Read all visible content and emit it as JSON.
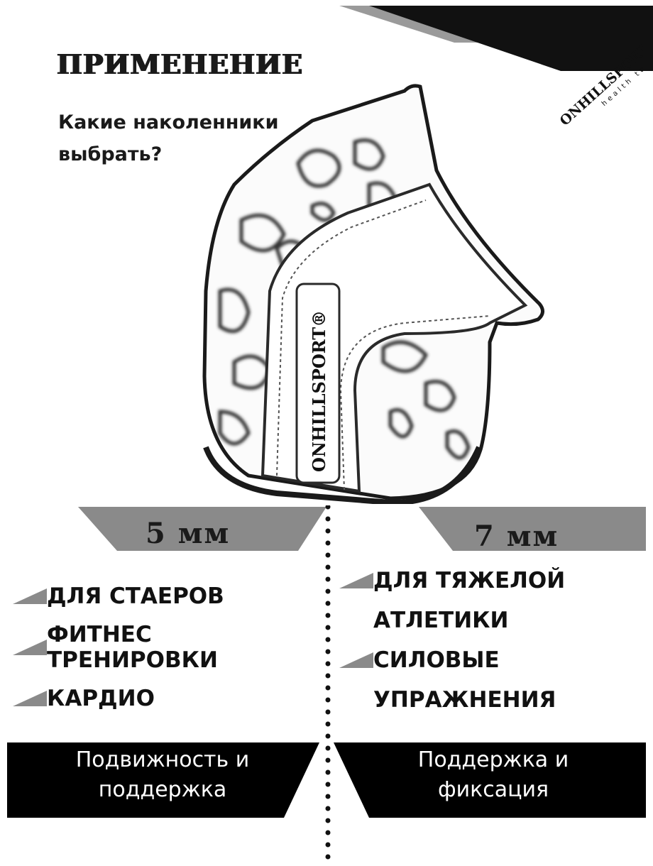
{
  "header": {
    "title": "ПРИМЕНЕНИЕ",
    "subtitle_line1": "Какие наколенники",
    "subtitle_line2": "выбрать?"
  },
  "brand": {
    "name": "ONHILLSPORT®",
    "tagline": "health tech"
  },
  "product": {
    "logo_text": "ONHILLSPORT®"
  },
  "left_column": {
    "thickness": "5 мм",
    "items": [
      "ДЛЯ СТАЕРОВ",
      "ФИТНЕС ТРЕНИРОВКИ",
      "КАРДИО"
    ],
    "footer_line1": "Подвижность и",
    "footer_line2": "поддержка"
  },
  "right_column": {
    "thickness": "7 мм",
    "items": [
      "ДЛЯ ТЯЖЕЛОЙ",
      "АТЛЕТИКИ",
      "СИЛОВЫЕ",
      "УПРАЖНЕНИЯ"
    ],
    "footer_line1": "Поддержка и",
    "footer_line2": "фиксация"
  },
  "colors": {
    "accent_gray": "#8a8a8a",
    "dark": "#111111",
    "background": "#ffffff"
  },
  "icons": {
    "bullet": "gray-wedge-icon",
    "divider": "dotted-line"
  }
}
